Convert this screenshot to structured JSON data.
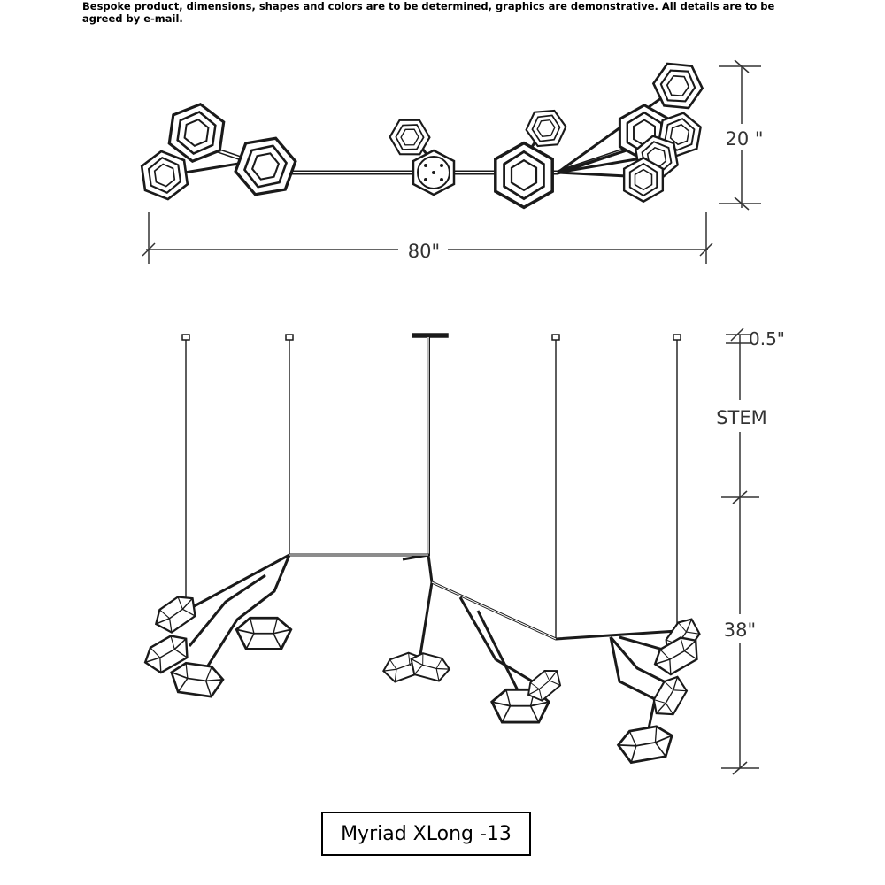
{
  "notice": "Bespoke product, dimensions, shapes and colors are to be determined, graphics are demonstrative. All details are to be agreed by e-mail.",
  "top_view": {
    "height_label": "20 \"",
    "width_label": "80\""
  },
  "side_view": {
    "canopy_label": "0.5\"",
    "stem_label": "STEM",
    "drop_label": "38\""
  },
  "product_name": "Myriad XLong -13",
  "colors": {
    "line": "#1a1a1a",
    "dimension": "#333333"
  }
}
